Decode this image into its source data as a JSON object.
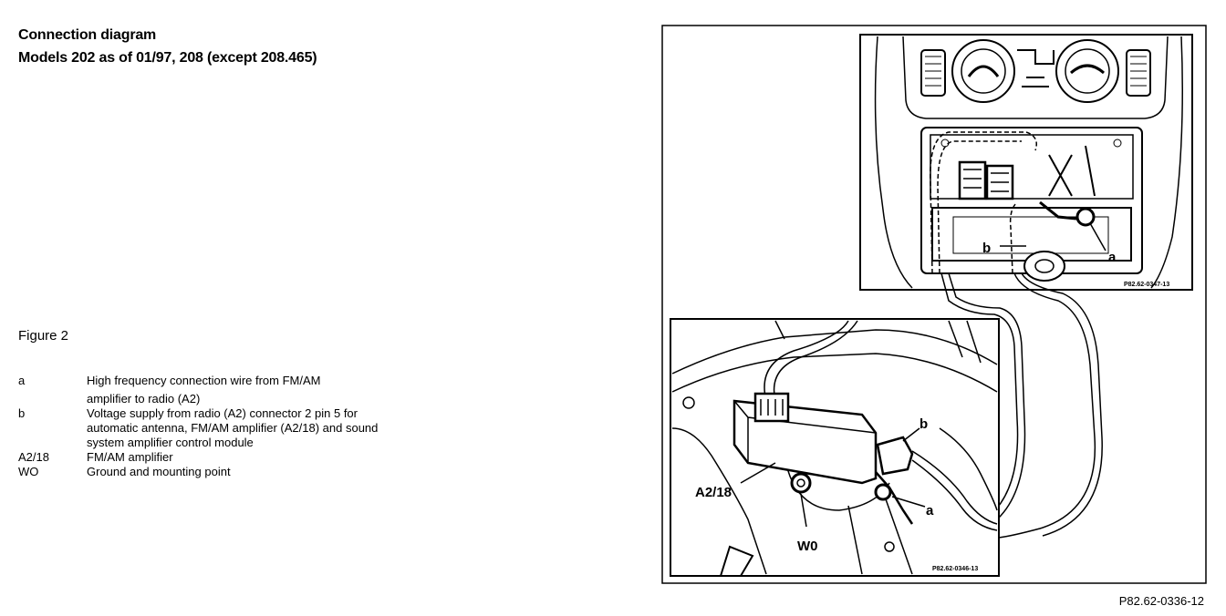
{
  "header": {
    "title_line1": "Connection diagram",
    "title_line2": "Models 202 as of 01/97, 208 (except 208.465)"
  },
  "figure_label": "Figure 2",
  "legend": [
    {
      "key": "a",
      "lines": [
        "High frequency connection wire from FM/AM",
        "amplifier to radio (A2)"
      ]
    },
    {
      "key": "b",
      "lines": [
        "Voltage supply from radio (A2) connector 2 pin 5 for",
        "automatic antenna, FM/AM amplifier (A2/18) and sound",
        "system amplifier control module"
      ]
    },
    {
      "key": "A2/18",
      "lines": [
        "FM/AM amplifier"
      ]
    },
    {
      "key": "WO",
      "lines": [
        "Ground and mounting point"
      ]
    }
  ],
  "diagram": {
    "top_inset": {
      "label_a": "a",
      "label_b": "b",
      "ref_code": "P82.62-0347-13"
    },
    "bottom_inset": {
      "label_a": "a",
      "label_b": "b",
      "label_amp": "A2/18",
      "label_ground": "W0",
      "ref_code": "P82.62-0346-13"
    }
  },
  "figure_reference": "P82.62-0336-12"
}
